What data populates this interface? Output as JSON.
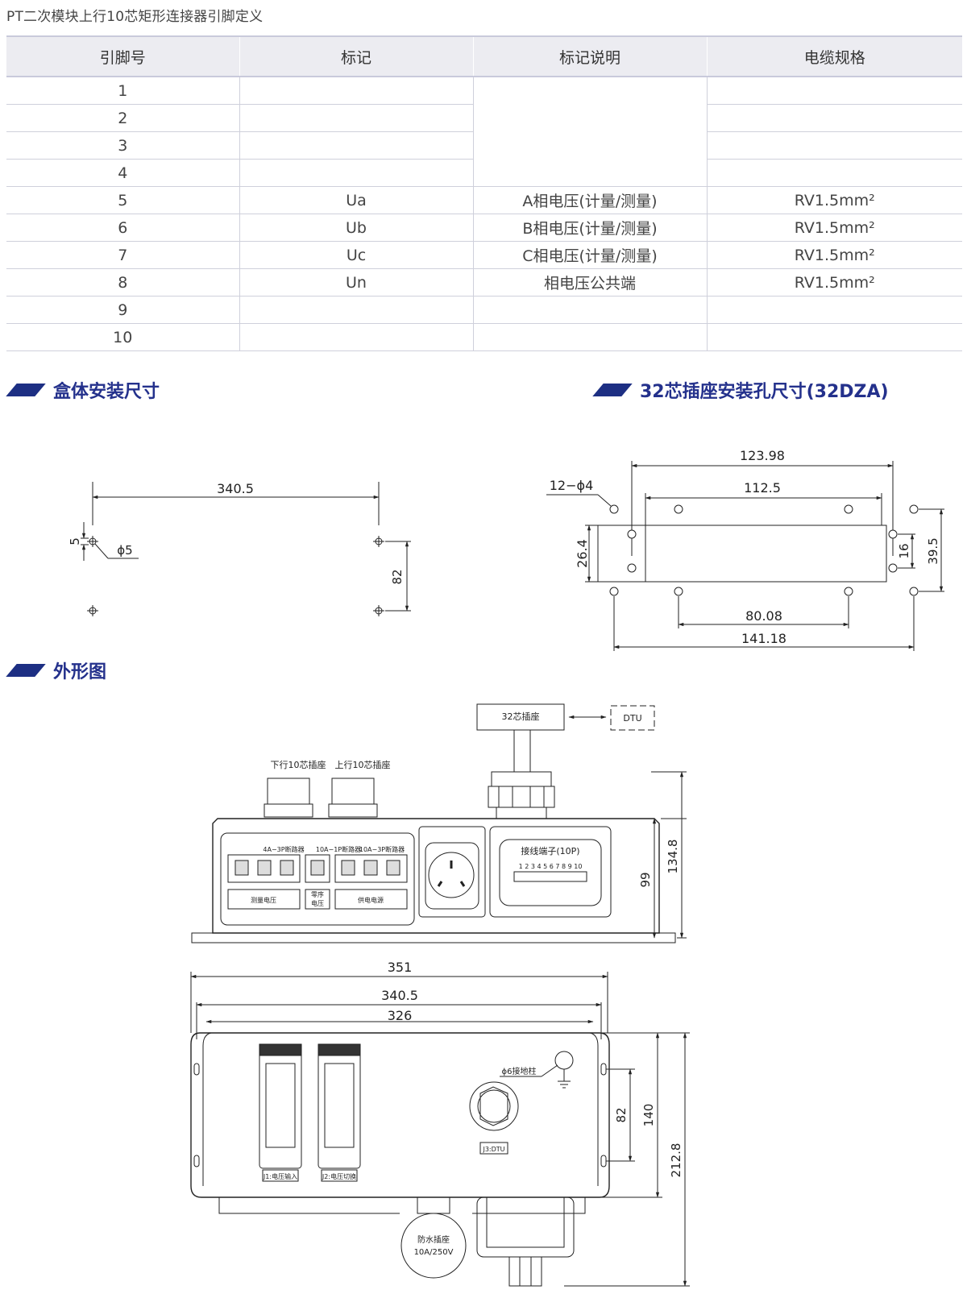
{
  "doc_title": "PT二次模块上行10芯矩形连接器引脚定义",
  "table": {
    "headers": [
      "引脚号",
      "标记",
      "标记说明",
      "电缆规格"
    ],
    "rows": [
      [
        "1",
        "",
        "",
        ""
      ],
      [
        "2",
        "",
        "",
        ""
      ],
      [
        "3",
        "",
        "",
        ""
      ],
      [
        "4",
        "",
        "",
        ""
      ],
      [
        "5",
        "Ua",
        "A相电压(计量/测量)",
        "RV1.5mm²"
      ],
      [
        "6",
        "Ub",
        "B相电压(计量/测量)",
        "RV1.5mm²"
      ],
      [
        "7",
        "Uc",
        "C相电压(计量/测量)",
        "RV1.5mm²"
      ],
      [
        "8",
        "Un",
        "相电压公共端",
        "RV1.5mm²"
      ],
      [
        "9",
        "",
        "",
        ""
      ],
      [
        "10",
        "",
        "",
        ""
      ]
    ]
  },
  "sections": {
    "box_mount": "盒体安装尺寸",
    "socket_mount": "32芯插座安装孔尺寸(32DZA)",
    "outline": "外形图"
  },
  "box_mount_dims": {
    "width": "340.5",
    "offset": "5",
    "hole": "ϕ5",
    "height": "82"
  },
  "socket_dims": {
    "d1": "123.98",
    "d2": "112.5",
    "holes": "12−ϕ4",
    "h1": "26.4",
    "h2": "16",
    "h3": "39.5",
    "d3": "80.08",
    "d4": "141.18"
  },
  "front_view": {
    "socket32": "32芯插座",
    "dtu": "DTU",
    "down_socket": "下行10芯插座",
    "up_socket": "上行10芯插座",
    "breaker_4a": "4A−3P断路器",
    "breaker_10a1": "10A−1P断路器",
    "breaker_10a3": "10A−3P断路器",
    "measure_v": "测量电压",
    "zero_seq": "零序",
    "zero_seq2": "电压",
    "power": "供电电源",
    "terminal": "接线端子(10P)",
    "terminal_nums": "1 2 3 4 5 6 7 8 9 10",
    "h99": "99",
    "h134": "134.8"
  },
  "bottom_view": {
    "w351": "351",
    "w340": "340.5",
    "w326": "326",
    "ground": "ϕ6接地柱",
    "j1": "J1:电压输入",
    "j2": "J2:电压切换",
    "j3": "J3:DTU",
    "waterproof": "防水插座",
    "rating": "10A/250V",
    "h82": "82",
    "h140": "140",
    "h212": "212.8"
  }
}
